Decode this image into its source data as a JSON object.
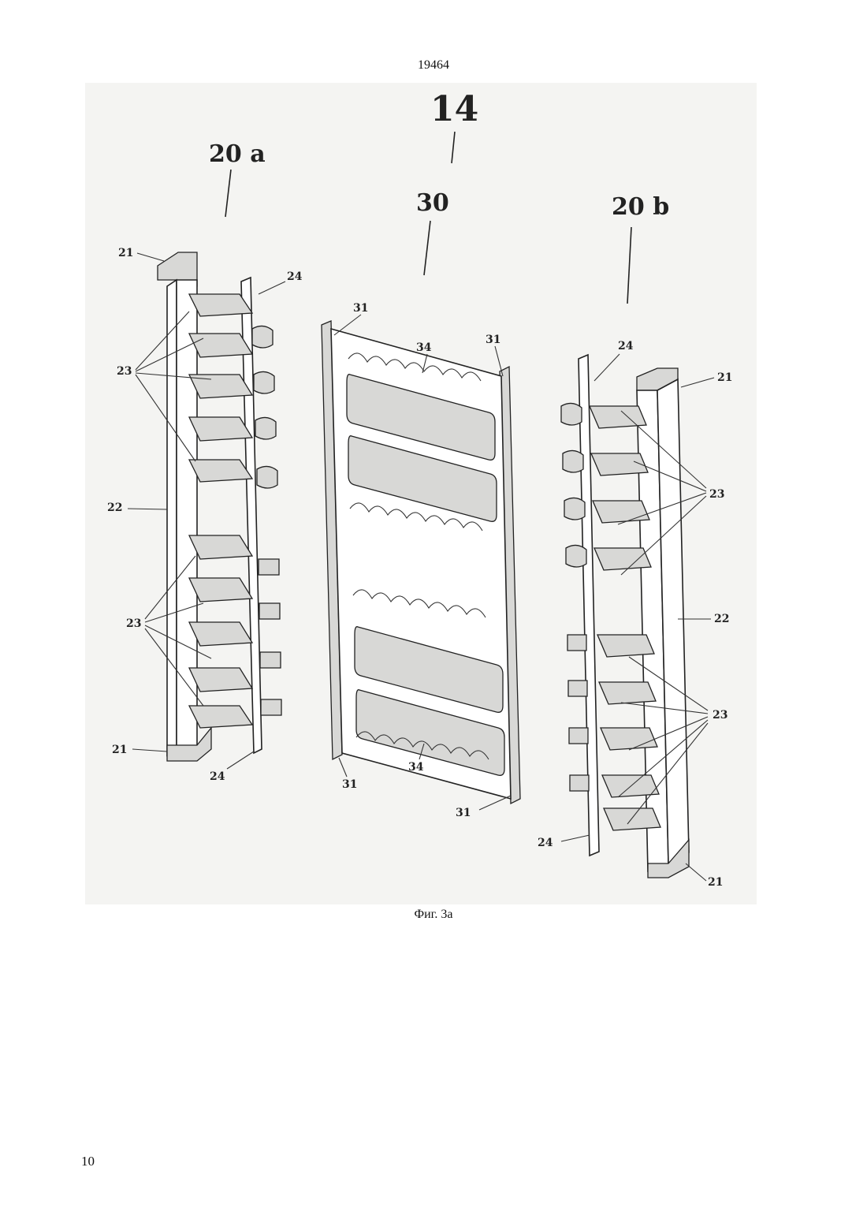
{
  "header": {
    "doc_number": "19464"
  },
  "figure": {
    "labels": {
      "assembly": "14",
      "rail_a": "20 a",
      "panel": "30",
      "rail_b": "20 b",
      "end_cap": "21",
      "beam": "22",
      "hook": "23",
      "clip_bar": "24",
      "edge_rod": "31",
      "saddle": "34"
    },
    "caption": "Фиг. 3а"
  },
  "footer": {
    "page_number": "10"
  }
}
